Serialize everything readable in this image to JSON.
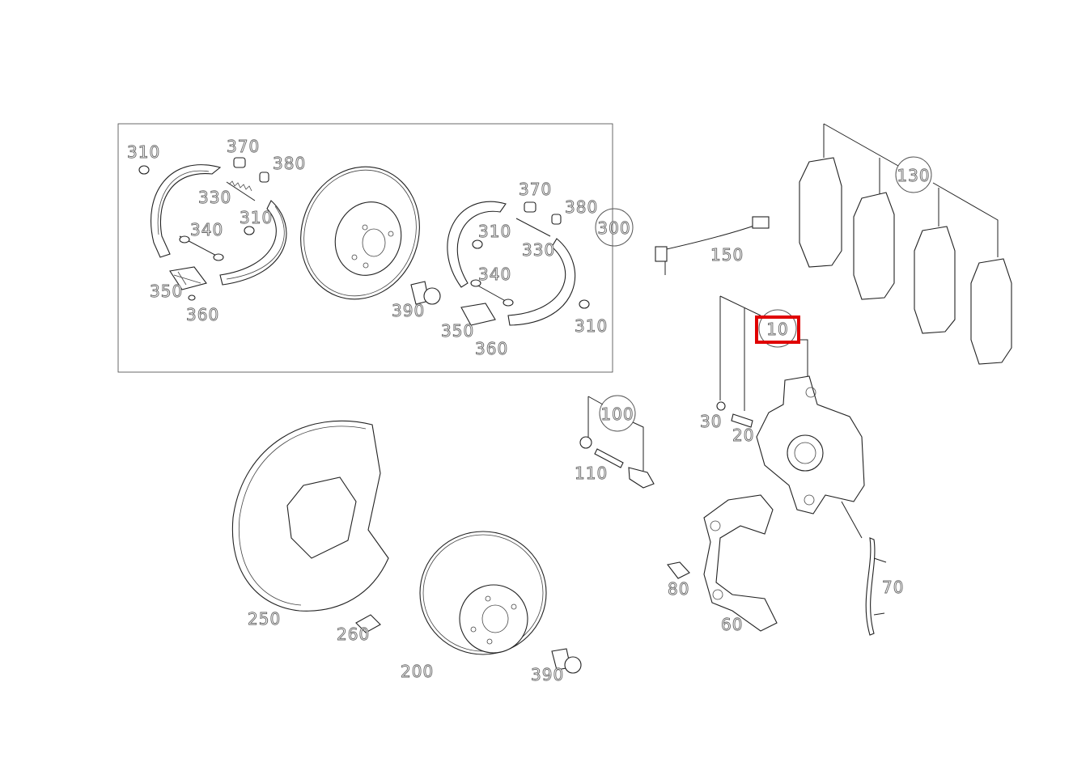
{
  "diagram": {
    "highlight_color": "#e00000",
    "highlighted_callout": "10",
    "group_callouts": {
      "parking_brake_kit": "300",
      "brake_pads": "130",
      "caliper": "10",
      "guide_kit": "100"
    },
    "part_labels": {
      "pb_310_a": "310",
      "pb_370_a": "370",
      "pb_380_a": "380",
      "pb_330_a": "330",
      "pb_310_b": "310",
      "pb_340_a": "340",
      "pb_350_a": "350",
      "pb_360_a": "360",
      "pb_390": "390",
      "pb_370_b": "370",
      "pb_380_b": "380",
      "pb_310_c": "310",
      "pb_330_b": "330",
      "pb_340_b": "340",
      "pb_350_b": "350",
      "pb_360_b": "360",
      "pb_310_d": "310",
      "sensor_150": "150",
      "p110": "110",
      "p30": "30",
      "p20": "20",
      "p80": "80",
      "p60": "60",
      "p70": "70",
      "p250": "250",
      "p260": "260",
      "p200": "200",
      "p390": "390"
    }
  }
}
